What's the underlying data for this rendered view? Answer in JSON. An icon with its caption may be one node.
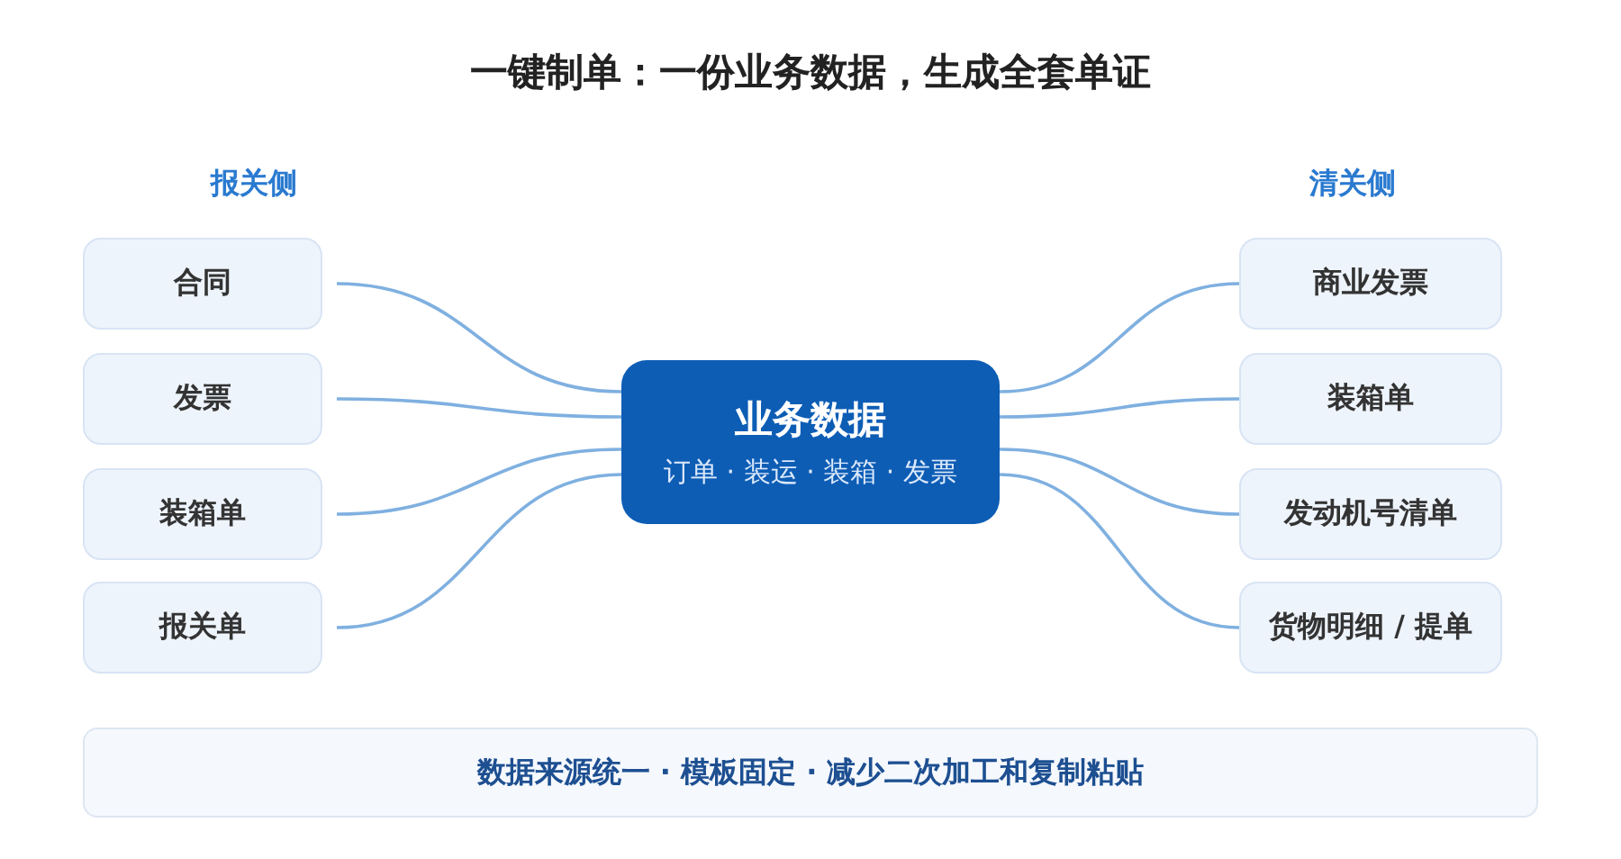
{
  "diagram": {
    "title": "一键制单：一份业务数据，生成全套单证",
    "nodes": [
      {
        "text": [
          "业务数据",
          "订单 · 装运 · 装箱 · 发票"
        ]
      },
      {
        "text": [
          "合同"
        ]
      },
      {
        "text": [
          "发票"
        ]
      },
      {
        "text": [
          "装箱单"
        ]
      },
      {
        "text": [
          "报关单"
        ]
      },
      {
        "text": [
          "商业发票"
        ]
      },
      {
        "text": [
          "装箱单"
        ]
      },
      {
        "text": [
          "发动机号清单"
        ]
      },
      {
        "text": [
          "货物明细 / 提单"
        ]
      },
      {
        "text": [
          "数据来源统一 · 模板固定 · 减少二次加工和复制粘贴"
        ]
      }
    ],
    "edges": [
      {
        "from": 0,
        "to": 1,
        "arrow": "none"
      },
      {
        "from": 0,
        "to": 2,
        "arrow": "none"
      },
      {
        "from": 0,
        "to": 3,
        "arrow": "none"
      },
      {
        "from": 0,
        "to": 4,
        "arrow": "none"
      },
      {
        "from": 0,
        "to": 5,
        "arrow": "none"
      },
      {
        "from": 0,
        "to": 6,
        "arrow": "none"
      },
      {
        "from": 0,
        "to": 7,
        "arrow": "none"
      },
      {
        "from": 0,
        "to": 8,
        "arrow": "none"
      }
    ],
    "labels": [
      "报关侧",
      "清关侧"
    ]
  }
}
